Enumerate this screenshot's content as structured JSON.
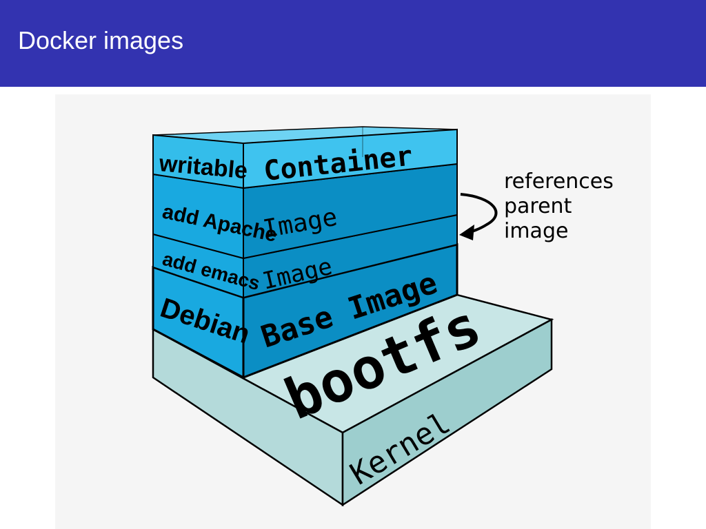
{
  "slide": {
    "title": "Docker images"
  },
  "diagram": {
    "layers": [
      {
        "side_label": "writable",
        "face_label": "Container"
      },
      {
        "side_label": "add Apache",
        "face_label": "Image"
      },
      {
        "side_label": "add emacs",
        "face_label": "Image"
      },
      {
        "side_label": "Debian",
        "face_label": "Base Image"
      }
    ],
    "bootfs": {
      "top_label": "bootfs",
      "face_label": "Kernel"
    },
    "annotation": {
      "lines": [
        "references",
        "parent",
        "image"
      ]
    },
    "colors": {
      "header": "#3333b0",
      "container": "#3fc3ef",
      "image_layer": "#0b8ec4",
      "layer_side": "#19a9e0",
      "bootfs_top": "#c8e6e6",
      "bootfs_side": "#a5d2d2"
    }
  }
}
